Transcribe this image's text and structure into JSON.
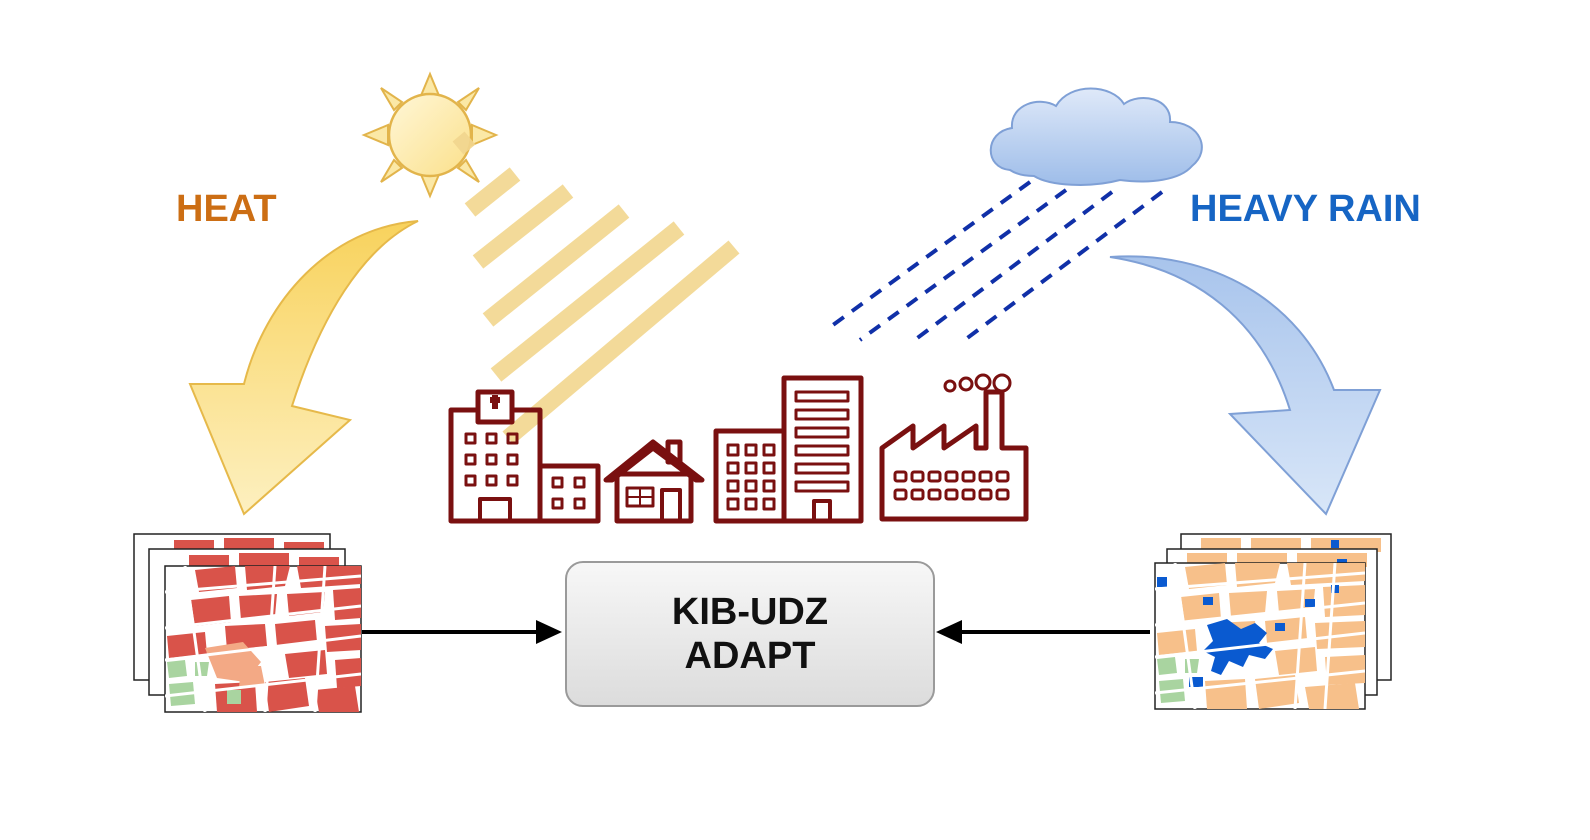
{
  "labels": {
    "heat": "HEAT",
    "heavy_rain": "HEAVY RAIN"
  },
  "center_box": {
    "line1": "KIB-UDZ",
    "line2": "ADAPT"
  },
  "colors": {
    "heat_text": "#cc6e14",
    "rain_text": "#1665c4",
    "building_stroke": "#7a1010",
    "heat_map_block": "#d9534a",
    "rain_map_block": "#f7c08a",
    "rain_map_water": "#0a5ad0",
    "park": "#a9d4a0"
  },
  "icons": [
    "sun-icon",
    "cloud-icon",
    "hospital-icon",
    "house-icon",
    "office-building-icon",
    "factory-icon"
  ]
}
